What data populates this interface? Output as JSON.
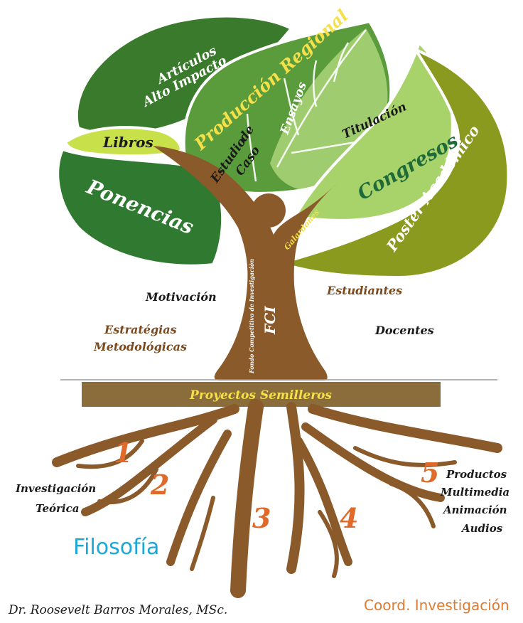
{
  "leaves": {
    "articulos_line1": "Artículos",
    "articulos_line2": "Alto Impacto",
    "libros": "Libros",
    "ponencias": "Ponencias",
    "produccion_regional": "Producción Regional",
    "estudio_line1": "Estudio",
    "estudio_line2": "de",
    "estudio_line3": "Caso",
    "ensayos": "Ensayos",
    "titulacion": "Titulación",
    "congresos": "Congresos",
    "poster": "Poster Académico",
    "galardones": "Galardones"
  },
  "trunk": {
    "fci": "FCI",
    "fondo": "Fondo Competitivo de Investigación"
  },
  "side_labels": {
    "motivacion": "Motivación",
    "estrategias_line1": "Estratégias",
    "estrategias_line2": "Metodológicas",
    "estudiantes": "Estudiantes",
    "docentes": "Docentes"
  },
  "ground": {
    "label": "Proyectos Semilleros"
  },
  "roots": {
    "numbers": [
      "1",
      "2",
      "3",
      "4",
      "5"
    ],
    "investigacion_line1": "Investigación",
    "investigacion_line2": "Teórica",
    "productos": [
      "Productos",
      "Multimedia",
      "Animación",
      "Audios"
    ]
  },
  "footer": {
    "filosofia": "Filosofía",
    "author": "Dr. Roosevelt Barros Morales, MSc.",
    "coord": "Coord. Investigación"
  },
  "colors": {
    "trunk": "#8b5a2b",
    "leaf_dark": "#2f6b2a",
    "leaf_mid": "#3e8a3c",
    "leaf_light": "#9ccc5a",
    "leaf_olive": "#8a9a1e",
    "ground": "#8a6d3b",
    "yellow_text": "#f5e04a",
    "number_orange": "#e06a2a",
    "filosofia_blue": "#1ea7d6"
  }
}
